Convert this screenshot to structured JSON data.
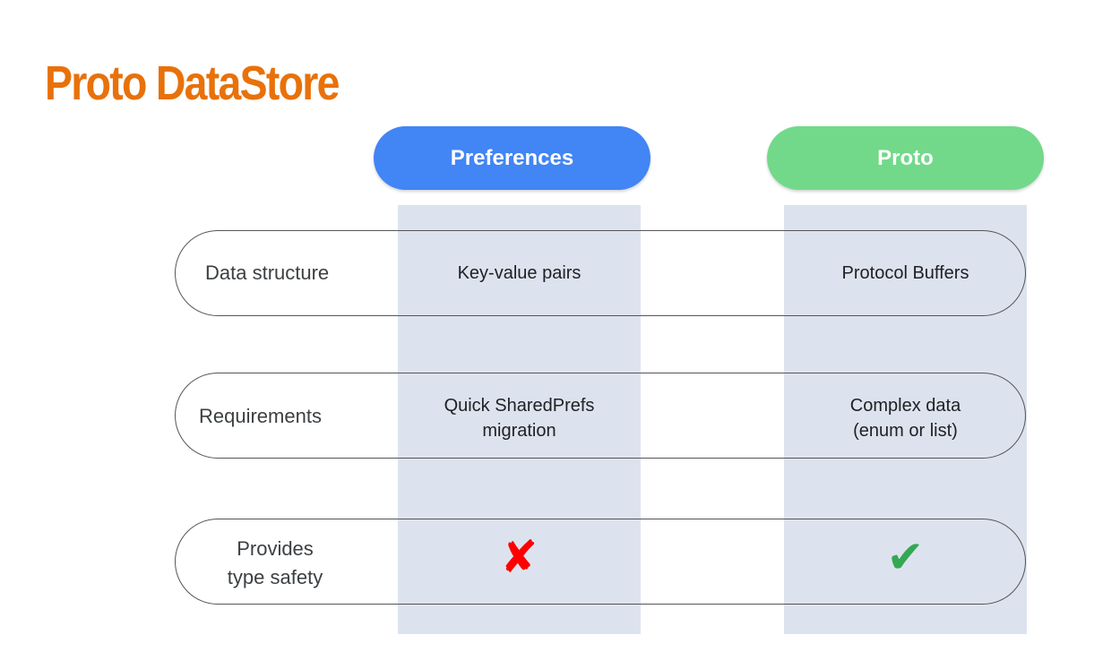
{
  "title": "Proto DataStore",
  "columns": {
    "preferences": {
      "label": "Preferences",
      "color": "#4285f4"
    },
    "proto": {
      "label": "Proto",
      "color": "#72d98a"
    }
  },
  "rows": [
    {
      "label": "Data structure",
      "preferences": "Key-value pairs",
      "proto": "Protocol Buffers"
    },
    {
      "label": "Requirements",
      "preferences_line1": "Quick SharedPrefs",
      "preferences_line2": "migration",
      "proto_line1": "Complex data",
      "proto_line2": "(enum or list)"
    },
    {
      "label_line1": "Provides",
      "label_line2": "type safety",
      "preferences_icon": "cross-mark-icon",
      "preferences_symbol": "✘",
      "proto_icon": "check-mark-icon",
      "proto_symbol": "✔"
    }
  ],
  "colors": {
    "title": "#e8710a",
    "column_background": "#dde3ee",
    "cross": "#ff0000",
    "check": "#34a853"
  }
}
